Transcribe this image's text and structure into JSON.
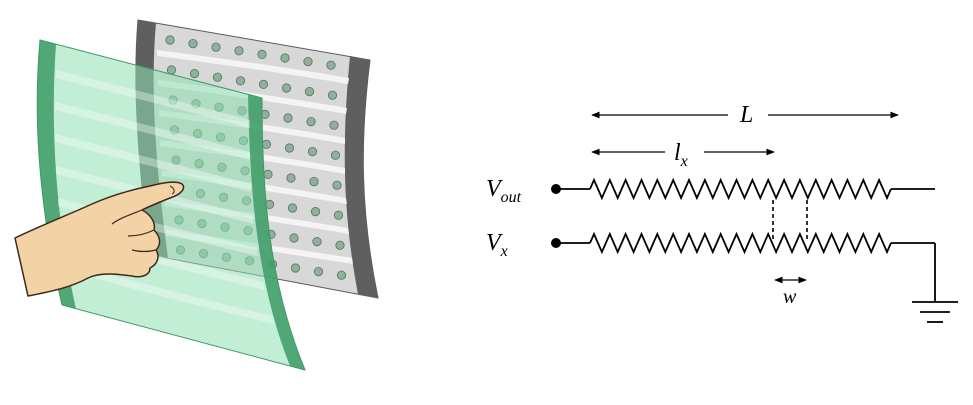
{
  "labels": {
    "L": "L",
    "lx_main": "l",
    "lx_sub": "x",
    "vout_main": "V",
    "vout_sub": "out",
    "vx_main": "V",
    "vx_sub": "x",
    "w": "w"
  },
  "colors": {
    "front_sheet": "#7fd6a6",
    "front_stripe": "#3e9a66",
    "back_sheet": "#c8c8c8",
    "back_edge": "#6b6b6b",
    "dot": "#7aa38a",
    "skin": "#f3d3a6",
    "skin_outline": "#3a2a1a",
    "line": "#000000"
  },
  "icons": {
    "hand": "pointing-hand-icon",
    "ground": "ground-symbol-icon"
  }
}
